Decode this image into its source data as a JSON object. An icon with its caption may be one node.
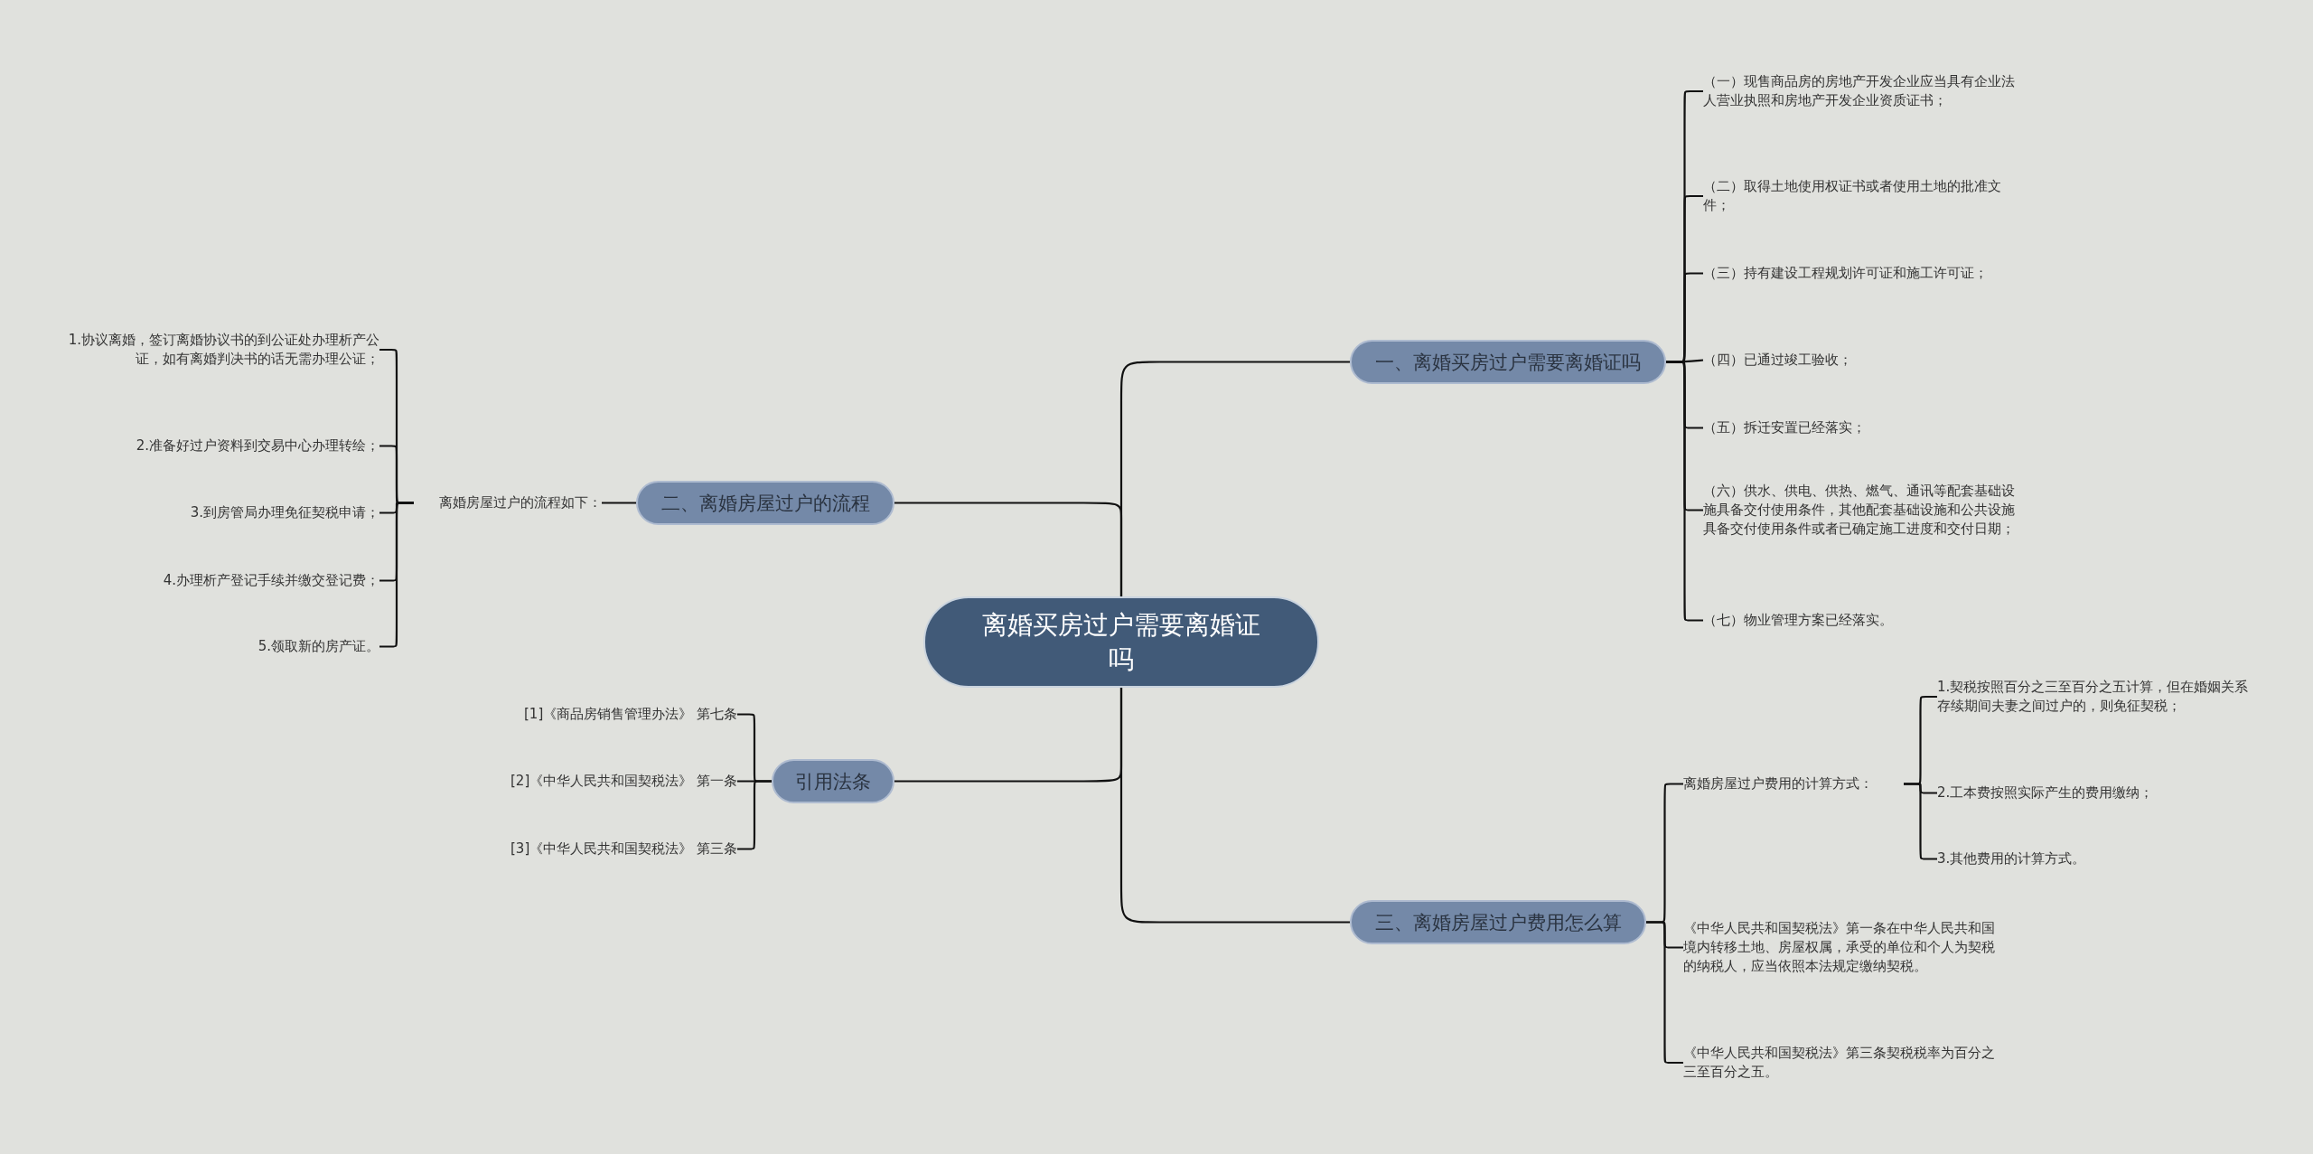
{
  "diagram": {
    "nodes": [
      {
        "text": [
          "离婚买房过户需要离婚证吗"
        ]
      },
      {
        "text": [
          "一、离婚买房过户需要离婚证吗"
        ]
      },
      {
        "text": [
          "（一）现售商品房的房地产开发企业应当具有企业法人营业执照和房地产开发企业资质证书；"
        ]
      },
      {
        "text": [
          "（二）取得土地使用权证书或者使用土地的批准文件；"
        ]
      },
      {
        "text": [
          "（三）持有建设工程规划许可证和施工许可证；"
        ]
      },
      {
        "text": [
          "（四）已通过竣工验收；"
        ]
      },
      {
        "text": [
          "（五）拆迁安置已经落实；"
        ]
      },
      {
        "text": [
          "（六）供水、供电、供热、燃气、通讯等配套基础设施具备交付使用条件，其他配套基础设施和公共设施具备交付使用条件或者已确定施工进度和交付日期；"
        ]
      },
      {
        "text": [
          "（七）物业管理方案已经落实。"
        ]
      },
      {
        "text": [
          "二、离婚房屋过户的流程"
        ]
      },
      {
        "text": [
          "离婚房屋过户的流程如下："
        ]
      },
      {
        "text": [
          "1.协议离婚，签订离婚协议书的到公证处办理析产公证，如有离婚判决书的话无需办理公证；"
        ]
      },
      {
        "text": [
          "2.准备好过户资料到交易中心办理转绘；"
        ]
      },
      {
        "text": [
          "3.到房管局办理免征契税申请；"
        ]
      },
      {
        "text": [
          "4.办理析产登记手续并缴交登记费；"
        ]
      },
      {
        "text": [
          "5.领取新的房产证。"
        ]
      },
      {
        "text": [
          "引用法条"
        ]
      },
      {
        "text": [
          "[1]《商品房销售管理办法》 第七条"
        ]
      },
      {
        "text": [
          "[2]《中华人民共和国契税法》 第一条"
        ]
      },
      {
        "text": [
          "[3]《中华人民共和国契税法》 第三条"
        ]
      },
      {
        "text": [
          "三、离婚房屋过户费用怎么算"
        ]
      },
      {
        "text": [
          "离婚房屋过户费用的计算方式："
        ]
      },
      {
        "text": [
          "1.契税按照百分之三至百分之五计算，但在婚姻关系存续期间夫妻之间过户的，则免征契税；"
        ]
      },
      {
        "text": [
          "2.工本费按照实际产生的费用缴纳；"
        ]
      },
      {
        "text": [
          "3.其他费用的计算方式。"
        ]
      },
      {
        "text": [
          "《中华人民共和国契税法》第一条在中华人民共和国境内转移土地、房屋权属，承受的单位和个人为契税的纳税人，应当依照本法规定缴纳契税。"
        ]
      },
      {
        "text": [
          "《中华人民共和国契税法》第三条契税税率为百分之三至百分之五。"
        ]
      }
    ],
    "edges": [
      {
        "from": 0,
        "to": 1,
        "arrow": "none"
      },
      {
        "from": 1,
        "to": 2,
        "arrow": "none"
      },
      {
        "from": 1,
        "to": 3,
        "arrow": "none"
      },
      {
        "from": 1,
        "to": 4,
        "arrow": "none"
      },
      {
        "from": 1,
        "to": 5,
        "arrow": "none"
      },
      {
        "from": 1,
        "to": 6,
        "arrow": "none"
      },
      {
        "from": 1,
        "to": 7,
        "arrow": "none"
      },
      {
        "from": 1,
        "to": 8,
        "arrow": "none"
      },
      {
        "from": 0,
        "to": 9,
        "arrow": "none"
      },
      {
        "from": 9,
        "to": 10,
        "arrow": "none"
      },
      {
        "from": 10,
        "to": 11,
        "arrow": "none"
      },
      {
        "from": 10,
        "to": 12,
        "arrow": "none"
      },
      {
        "from": 10,
        "to": 13,
        "arrow": "none"
      },
      {
        "from": 10,
        "to": 14,
        "arrow": "none"
      },
      {
        "from": 10,
        "to": 15,
        "arrow": "none"
      },
      {
        "from": 0,
        "to": 16,
        "arrow": "none"
      },
      {
        "from": 16,
        "to": 17,
        "arrow": "none"
      },
      {
        "from": 16,
        "to": 18,
        "arrow": "none"
      },
      {
        "from": 16,
        "to": 19,
        "arrow": "none"
      },
      {
        "from": 0,
        "to": 20,
        "arrow": "none"
      },
      {
        "from": 20,
        "to": 21,
        "arrow": "none"
      },
      {
        "from": 21,
        "to": 22,
        "arrow": "none"
      },
      {
        "from": 21,
        "to": 23,
        "arrow": "none"
      },
      {
        "from": 21,
        "to": 24,
        "arrow": "none"
      },
      {
        "from": 20,
        "to": 25,
        "arrow": "none"
      },
      {
        "from": 20,
        "to": 26,
        "arrow": "none"
      }
    ]
  }
}
